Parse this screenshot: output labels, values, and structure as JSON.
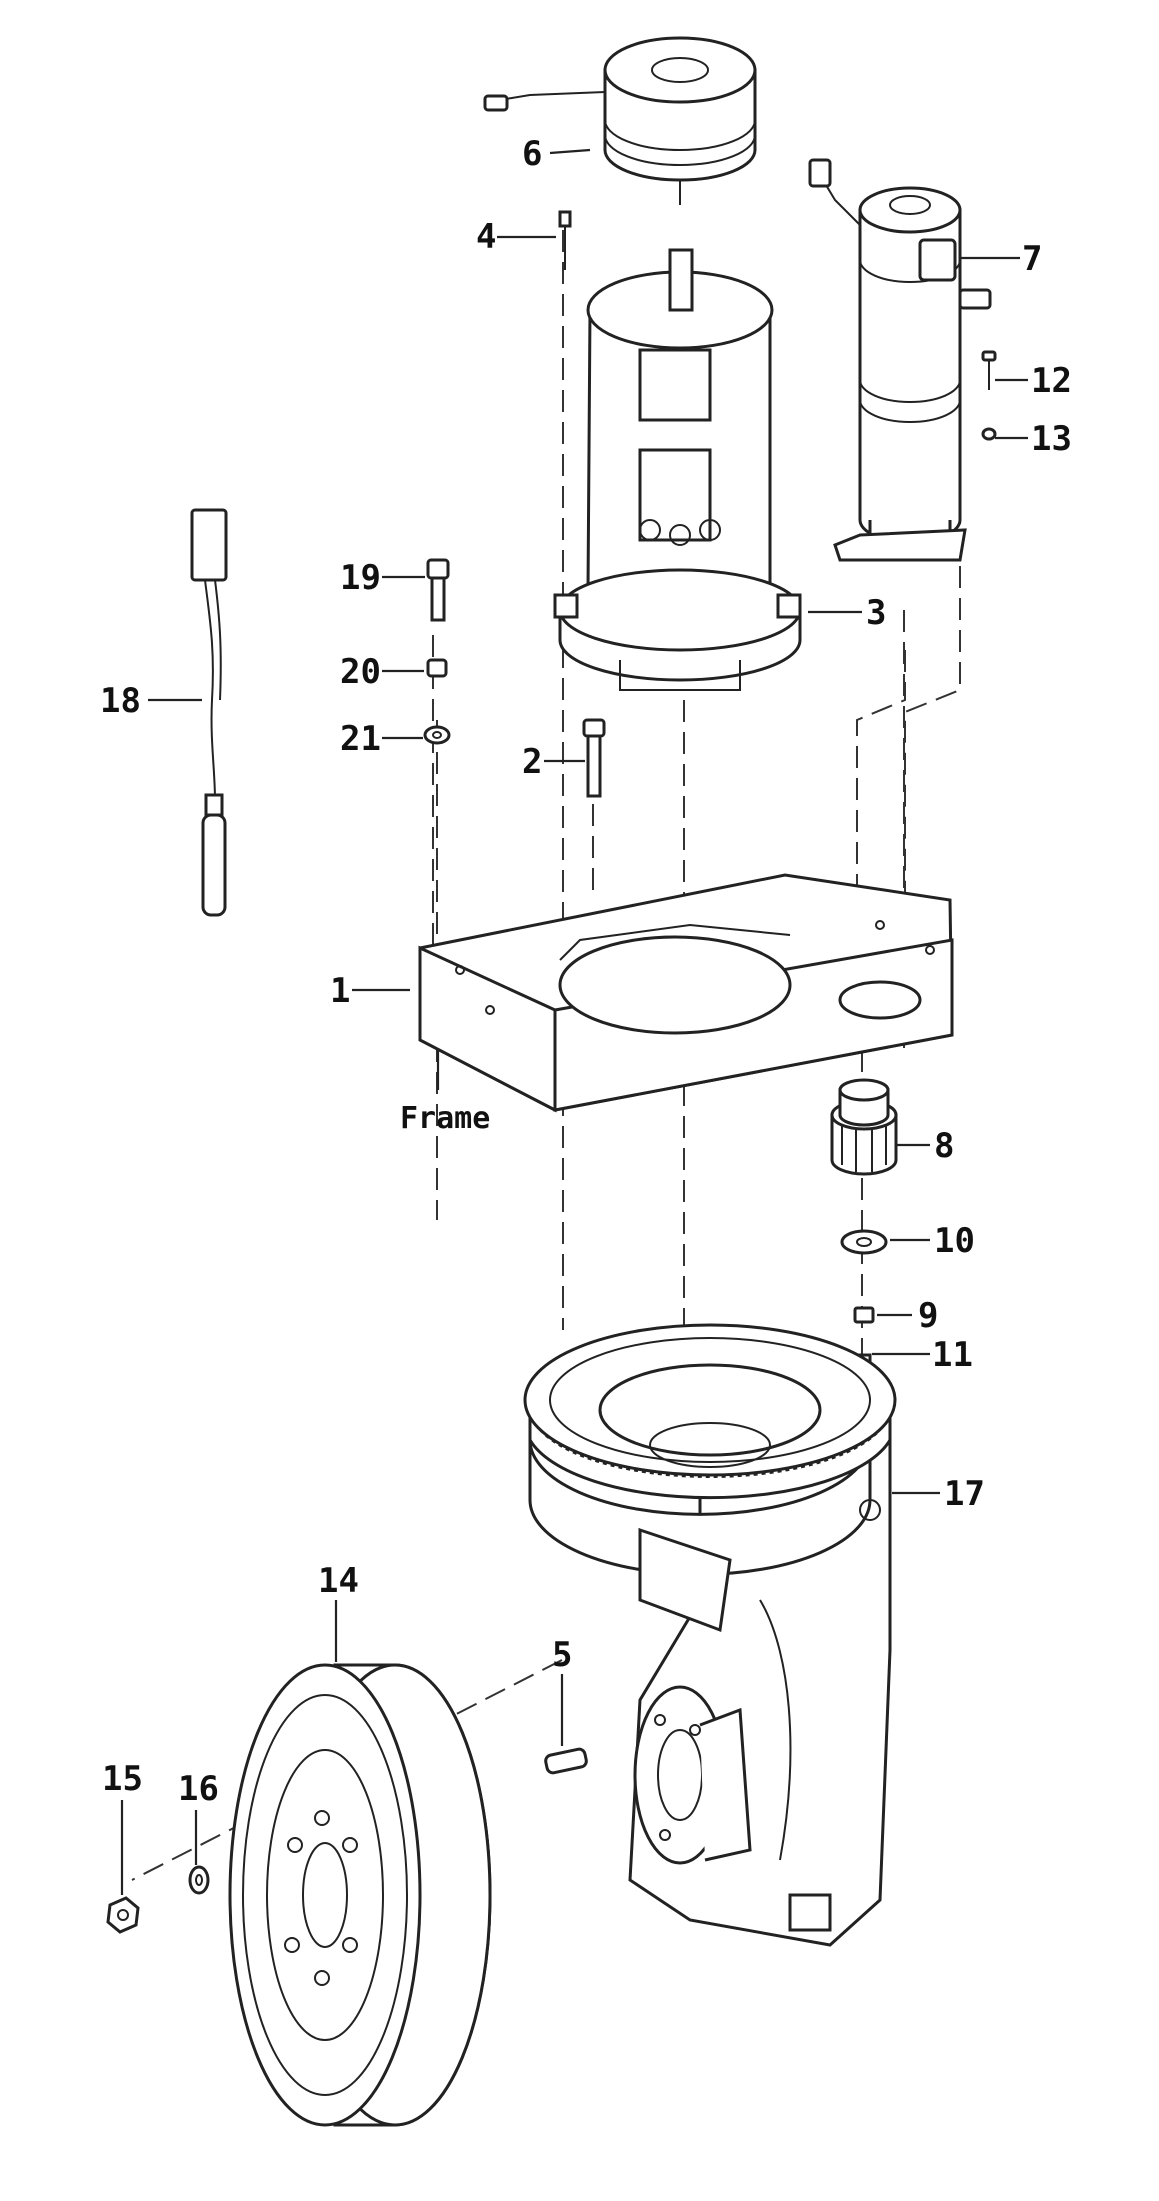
{
  "labels": {
    "l1": "1",
    "l2": "2",
    "l3": "3",
    "l4": "4",
    "l5": "5",
    "l6": "6",
    "l7": "7",
    "l8": "8",
    "l9": "9",
    "l10": "10",
    "l11": "11",
    "l12": "12",
    "l13": "13",
    "l14": "14",
    "l15": "15",
    "l16": "16",
    "l17": "17",
    "l18": "18",
    "l19": "19",
    "l20": "20",
    "l21": "21",
    "frame": "Frame"
  },
  "colors": {
    "ink": "#222222",
    "background": "#ffffff"
  }
}
